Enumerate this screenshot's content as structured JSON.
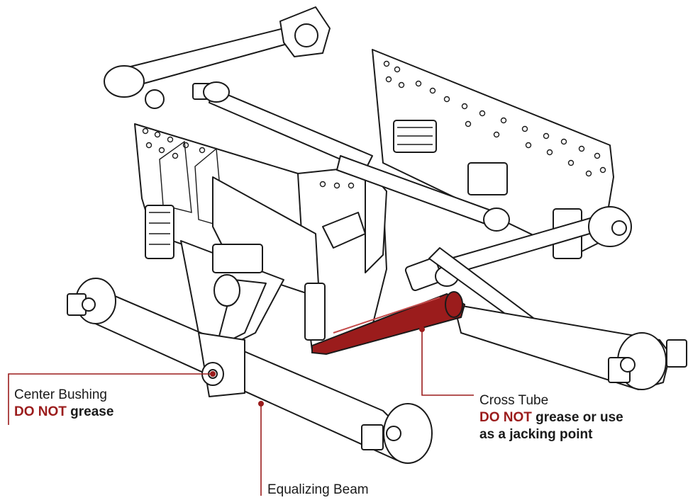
{
  "callouts": {
    "center_bushing": {
      "name": "Center Bushing",
      "warn": "DO NOT",
      "rest": "grease"
    },
    "cross_tube": {
      "name": "Cross Tube",
      "warn": "DO NOT",
      "rest": "grease or use",
      "rest2": "as a jacking point"
    },
    "equalizing_beam": {
      "name": "Equalizing Beam"
    }
  },
  "colors": {
    "accent_red": "#9b1c1c",
    "line": "#1a1a1a",
    "highlight_part": "#9b1c1c"
  }
}
